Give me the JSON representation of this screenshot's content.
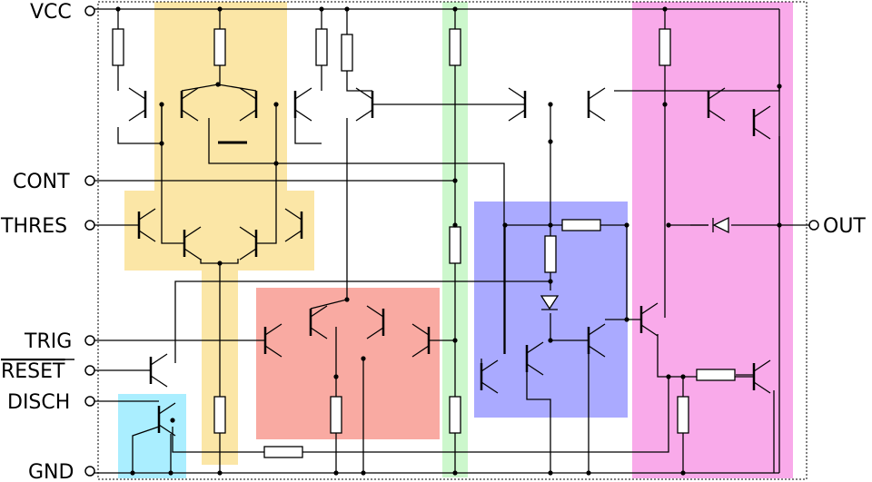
{
  "diagram": {
    "terminals": {
      "vcc": "VCC",
      "cont": "CONT",
      "thres": "THRES",
      "trig": "TRIG",
      "reset": "RESET",
      "disch": "DISCH",
      "gnd": "GND",
      "out": "OUT"
    },
    "region_colors": {
      "yellow": "#fbe6a6",
      "green": "#ccf7cc",
      "blue": "#aaaaff",
      "red": "#f9aaa2",
      "pink": "#f9aaea",
      "cyan": "#aaeeff"
    }
  }
}
